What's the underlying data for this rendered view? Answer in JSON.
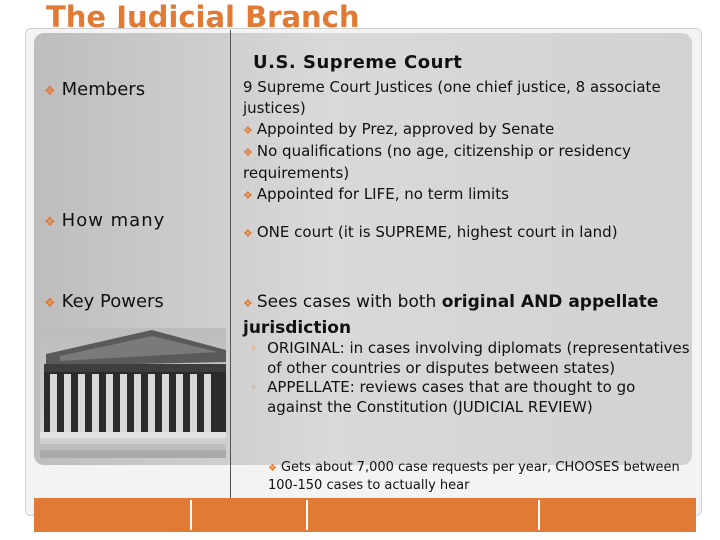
{
  "title": "The Judicial Branch",
  "header": "U.S. Supreme Court",
  "rows": {
    "members": {
      "label": "Members",
      "line1": "9 Supreme Court Justices (one chief justice, 8 associate justices)",
      "line2": "Appointed by Prez, approved by Senate",
      "line3": "No qualifications (no age, citizenship or residency requirements)",
      "line4_a": "Appointed for ",
      "line4_b": "LIFE",
      "line4_c": ", no term limits"
    },
    "how_many": {
      "label": "How many",
      "text": "ONE court (it is SUPREME, highest court in land)"
    },
    "key_powers": {
      "label": "Key Powers",
      "lead_a": "Sees cases with both ",
      "lead_b": "original AND appellate jurisdiction",
      "original": "ORIGINAL: in cases involving diplomats (representatives of other countries or disputes between states)",
      "appellate": "APPELLATE: reviews cases that are thought to go against the Constitution (JUDICIAL REVIEW)",
      "note": "Gets about 7,000 case requests per year, CHOOSES between 100-150 cases to actually hear"
    }
  },
  "colors": {
    "accent": "#e07a34"
  }
}
